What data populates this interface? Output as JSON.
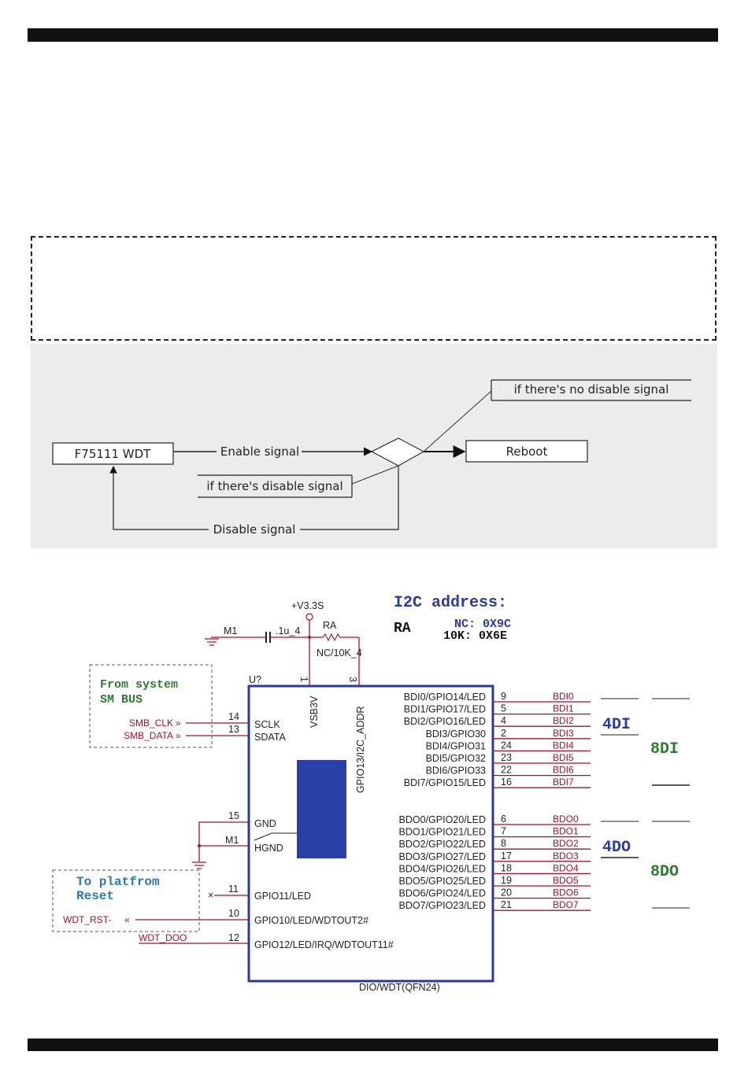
{
  "flowchart": {
    "wdt_box": "F75111 WDT",
    "enable_signal": "Enable signal",
    "disable_signal": "Disable signal",
    "if_disable": "if there's disable signal",
    "if_no_disable": "if there's no disable signal",
    "reboot_box": "Reboot"
  },
  "schematic": {
    "power_net": "+V3.3S",
    "ground_net_1": "M1",
    "capacitor": ".1u_4",
    "resistor_ref": "RA",
    "resistor_value": "NC/10K_4",
    "chip_ref": "U?",
    "chip_name": "DIO/WDT(QFN24)",
    "pin_vsb3v": "VSB3V",
    "pin_vsb3v_num": "1",
    "pin_addr": "GPIO13/I2C_ADDR",
    "pin_addr_num": "3",
    "i2c": {
      "title": "I2C address:",
      "ra_label": "RA",
      "nc_line": "NC: 0X9C",
      "tenk_line": "10K: 0X6E"
    },
    "smbus_box": {
      "title_line1": "From system",
      "title_line2": "SM BUS",
      "signals": [
        {
          "net": "SMB_CLK",
          "pin_num": "14",
          "pin_name": "SCLK"
        },
        {
          "net": "SMB_DATA",
          "pin_num": "13",
          "pin_name": "SDATA"
        }
      ]
    },
    "ground_pins": [
      {
        "pin_num": "15",
        "pin_name": "GND",
        "net": ""
      },
      {
        "pin_num": "",
        "pin_name": "HGND",
        "net": "M1"
      }
    ],
    "reset_box": {
      "title_line1": "To platfrom",
      "title_line2": "Reset"
    },
    "left_pins": [
      {
        "pin_num": "11",
        "pin_name": "GPIO11/LED",
        "net": ""
      },
      {
        "pin_num": "10",
        "pin_name": "GPIO10/LED/WDTOUT2#",
        "net": "WDT_RST-"
      },
      {
        "pin_num": "12",
        "pin_name": "GPIO12/LED/IRQ/WDTOUT11#",
        "net": "WDT_DOO"
      }
    ],
    "di_pins": [
      {
        "pin_name": "BDI0/GPIO14/LED",
        "pin_num": "9",
        "net": "BDI0"
      },
      {
        "pin_name": "BDI1/GPIO17/LED",
        "pin_num": "5",
        "net": "BDI1"
      },
      {
        "pin_name": "BDI2/GPIO16/LED",
        "pin_num": "4",
        "net": "BDI2"
      },
      {
        "pin_name": "BDI3/GPIO30",
        "pin_num": "2",
        "net": "BDI3"
      },
      {
        "pin_name": "BDI4/GPIO31",
        "pin_num": "24",
        "net": "BDI4"
      },
      {
        "pin_name": "BDI5/GPIO32",
        "pin_num": "23",
        "net": "BDI5"
      },
      {
        "pin_name": "BDI6/GPIO33",
        "pin_num": "22",
        "net": "BDI6"
      },
      {
        "pin_name": "BDI7/GPIO15/LED",
        "pin_num": "16",
        "net": "BDI7"
      }
    ],
    "do_pins": [
      {
        "pin_name": "BDO0/GPIO20/LED",
        "pin_num": "6",
        "net": "BDO0"
      },
      {
        "pin_name": "BDO1/GPIO21/LED",
        "pin_num": "7",
        "net": "BDO1"
      },
      {
        "pin_name": "BDO2/GPIO22/LED",
        "pin_num": "8",
        "net": "BDO2"
      },
      {
        "pin_name": "BDO3/GPIO27/LED",
        "pin_num": "17",
        "net": "BDO3"
      },
      {
        "pin_name": "BDO4/GPIO26/LED",
        "pin_num": "18",
        "net": "BDO4"
      },
      {
        "pin_name": "BDO5/GPIO25/LED",
        "pin_num": "19",
        "net": "BDO5"
      },
      {
        "pin_name": "BDO6/GPIO24/LED",
        "pin_num": "20",
        "net": "BDO6"
      },
      {
        "pin_name": "BDO7/GPIO23/LED",
        "pin_num": "21",
        "net": "BDO7"
      }
    ],
    "group_labels": {
      "di4": "4DI",
      "di8": "8DI",
      "do4": "4DO",
      "do8": "8DO"
    },
    "colors": {
      "chip_border": "#2a3a9e",
      "wire_red": "#a3122a",
      "title_blue": "#2a3a9e",
      "green_label": "#2f7a2f",
      "teal_label": "#2d7aa8"
    }
  }
}
